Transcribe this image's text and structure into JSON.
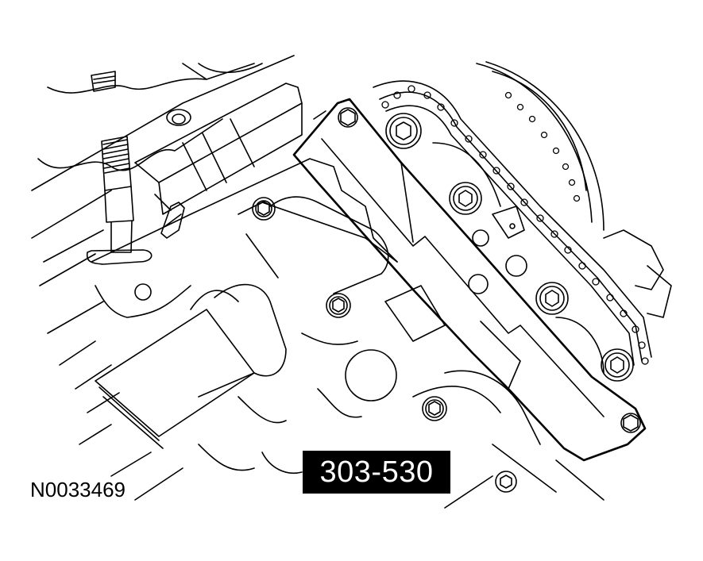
{
  "figure": {
    "subject": "Camshaft alignment tool installed on cylinder head with timing chain and camshaft sprockets",
    "tool_callout": "303-530",
    "figure_id": "N0033469",
    "colors": {
      "line": "#000000",
      "background": "#ffffff",
      "label_bg": "#000000",
      "label_text": "#ffffff"
    }
  }
}
